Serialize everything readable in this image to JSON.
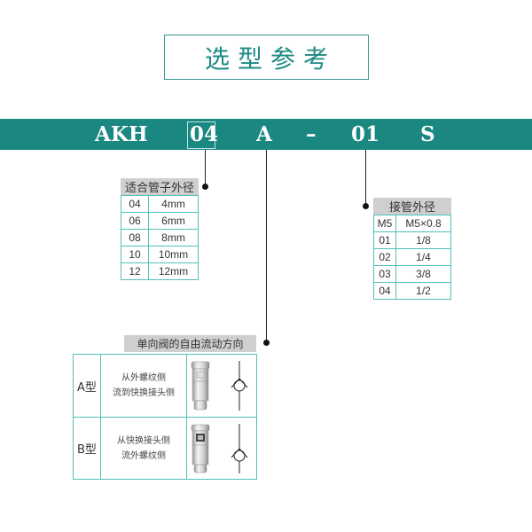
{
  "title": "选型参考",
  "model_code": {
    "parts": [
      "AKH",
      "04",
      "A",
      "–",
      "01",
      "S"
    ],
    "highlighted_index": 1
  },
  "tube_od": {
    "header": "适合管子外径",
    "rows": [
      {
        "code": "04",
        "value": "4mm"
      },
      {
        "code": "06",
        "value": "6mm"
      },
      {
        "code": "08",
        "value": "8mm"
      },
      {
        "code": "10",
        "value": "10mm"
      },
      {
        "code": "12",
        "value": "12mm"
      }
    ]
  },
  "thread_od": {
    "header": "接管外径",
    "rows": [
      {
        "code": "M5",
        "value": "M5×0.8"
      },
      {
        "code": "01",
        "value": "1/8"
      },
      {
        "code": "02",
        "value": "1/4"
      },
      {
        "code": "03",
        "value": "3/8"
      },
      {
        "code": "04",
        "value": "1/2"
      }
    ]
  },
  "check_valve": {
    "header": "单向阀的自由流动方向",
    "rows": [
      {
        "type": "A型",
        "line1": "从外螺纹侧",
        "line2": "流到快换接头侧",
        "icon": "check-valve-symbol-up"
      },
      {
        "type": "B型",
        "line1": "从快换接头侧",
        "line2": "流外螺纹侧",
        "icon": "check-valve-symbol-down"
      }
    ]
  },
  "colors": {
    "teal_bar": "#1b8781",
    "title_text": "#1f8a84",
    "table_border": "#4fc1ba",
    "gray_header": "#cfcfcf"
  }
}
